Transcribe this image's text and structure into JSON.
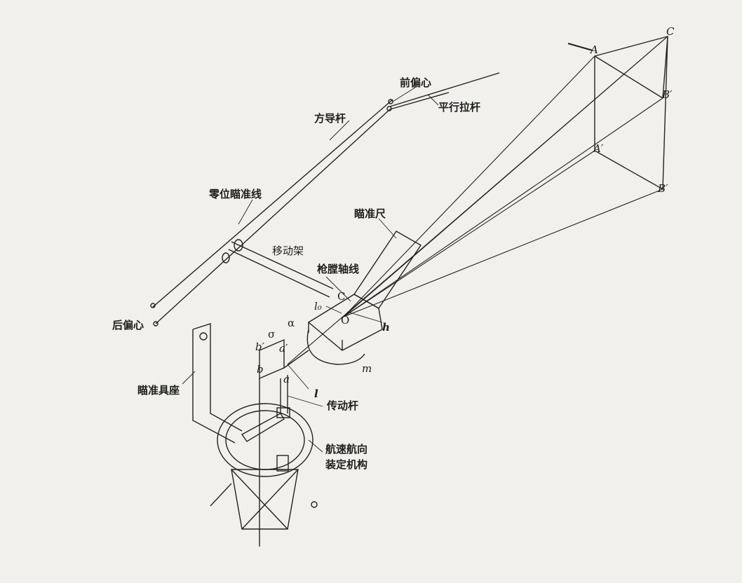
{
  "labels": {
    "front_eccentric": "前偏心",
    "parallel_rod": "平行拉杆",
    "direction_guide_rod": "方导杆",
    "zero_sight_line": "零位瞄准线",
    "sight_ruler": "瞄准尺",
    "moving_frame": "移动架",
    "bore_axis": "枪膛轴线",
    "rear_eccentric": "后偏心",
    "sight_base": "瞄准具座",
    "drive_rod": "传动杆",
    "speed_course_line1": "航速航向",
    "speed_course_line2": "装定机构"
  },
  "points": {
    "A": "A",
    "C_prime": "C",
    "B_prime": "B′",
    "A_prime": "A′",
    "B_prime2": "B′",
    "C": "C",
    "O": "O",
    "l0": "l₀",
    "alpha": "α",
    "sigma": "σ",
    "b_prime": "b′",
    "a_prime": "a′",
    "b": "b",
    "a": "a",
    "l": "l",
    "m": "m",
    "h": "h"
  }
}
